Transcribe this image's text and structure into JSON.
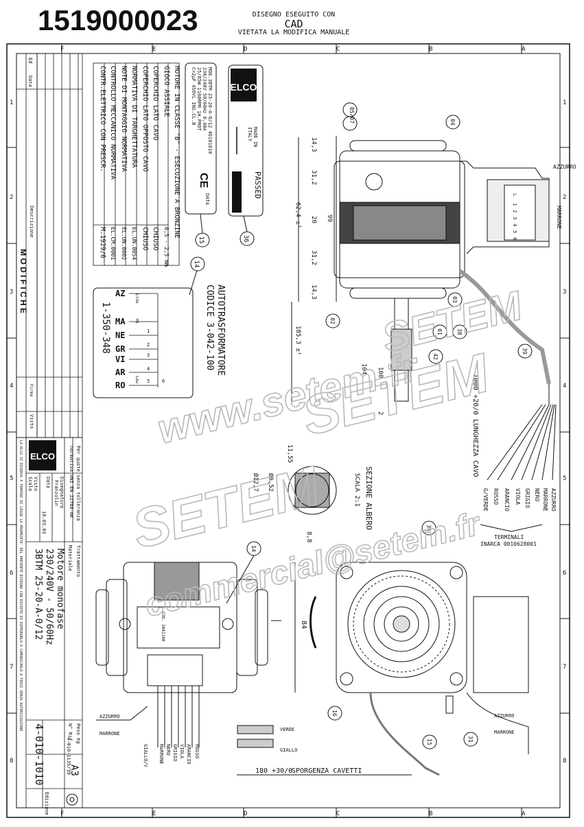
{
  "header": {
    "drawing_number": "1519000023",
    "cad_line1": "DISEGNO ESEGUITO CON",
    "cad_line2": "CAD",
    "cad_line3": "VIETATA LA MODIFICA MANUALE"
  },
  "frame": {
    "col_letters": [
      "F",
      "E",
      "D",
      "C",
      "B",
      "A"
    ],
    "row_numbers": [
      "1",
      "2",
      "3",
      "4",
      "5",
      "6",
      "7",
      "8"
    ]
  },
  "modifiche": {
    "title": "M O D I F I C H E",
    "ed": "Ed",
    "data": "Data",
    "descrizione": "Descrizione",
    "firma": "Firma",
    "visto": "Visto"
  },
  "specs": [
    "MOTORE IN CLASSE \"B\" - ESECUZIONE A BRONZINE",
    "GIOCO ASSIALE",
    "COPERCHIO LATO CAVO",
    "COPERCHIO LATO OPPOSTO CAVO",
    "NORMATIVA DI TARGHETTATURA",
    "NOTE DI MONTAGGIO NORMATIVA",
    "CONTROLLO MECCANICO NORMATIVA",
    "CONTR.ELETTRICO CON PRESCR."
  ],
  "spec_values": [
    "0,5 - 2,5 mm",
    "CHIUSO",
    "CHIUSO",
    "EL.UN.0054",
    "EL.UN.0002",
    "EL.CM.0001",
    "M.1929/6"
  ],
  "nameplate": {
    "lines": [
      "MOD.3BTM 25-20-A-0/12  40101810",
      "230/240V  50/60Hz  0,40A",
      "25/85W  1100RPM  1H.PROT",
      "C=2µF  450VL  INS.CL.B"
    ],
    "data": "DATA",
    "ce": "CE",
    "label": "15"
  },
  "passed_label": {
    "made_in": "MADE IN",
    "italy": "ITALY",
    "passed": "PASSED",
    "label": "36"
  },
  "autotrasformatore": {
    "title": "AUTOTRASFORMATORE",
    "code": "CODICE 3-042-100",
    "label": "14",
    "number": "1-350-348",
    "wires": [
      "AZ",
      "MA",
      "NE",
      "GR",
      "VI",
      "AR",
      "RO"
    ],
    "line": "Line",
    "hi": "Hi",
    "low": "Low",
    "taps": [
      "1",
      "2",
      "3",
      "4",
      "5",
      "6"
    ]
  },
  "side_view": {
    "labels": [
      "05/07",
      "04",
      "02",
      "03",
      "38",
      "01",
      "42",
      "39"
    ],
    "dims": [
      "14,3",
      "31,2",
      "20",
      "31,2",
      "14,3",
      "62,4 ±¹",
      "99",
      "185,3 ±¹",
      "104",
      "100",
      "2"
    ],
    "azzurro": "AZZURRO",
    "marrone": "MARRONE",
    "cable_length": "1000 +20/0 LUNGHEZZA CAVO",
    "term_numbers": [
      "L",
      "1",
      "2",
      "3",
      "4",
      "5",
      "6"
    ]
  },
  "section": {
    "title": "SEZIONE ALBERO",
    "scale": "SCALA 2:1",
    "dims": [
      "11,55",
      "Ø12,7",
      "Ø9,52",
      "8,8"
    ]
  },
  "terminals": {
    "wires": [
      "AZZURRO",
      "MARRONE",
      "NERO",
      "GRIGIO",
      "VIOLA",
      "ARANCIO",
      "ROSSO",
      "G/VERDE"
    ],
    "title": "TERMINALI",
    "code": "INARCA 0010628001"
  },
  "front_view": {
    "labels": [
      "36",
      "16",
      "15",
      "31"
    ],
    "dim": "84",
    "azzurro": "AZZURRO",
    "marrone": "MARRONE",
    "verde": "VERDE",
    "giallo": "GIALLO",
    "sporgenza": "SPORGENZA CAVETTI",
    "sporgenza_val": "180 +30/0"
  },
  "bottom_view": {
    "label": "14",
    "azzurro": "AZZURRO",
    "marrone": "MARRONE",
    "wires": [
      "GIALLO/V",
      "MARRONE",
      "NERO",
      "GRIGIO",
      "VIOLA",
      "ARANCIO",
      "ROSSO"
    ],
    "cod": "COD. 3042100"
  },
  "title_block": {
    "tolerance1": "Per quote senza tolleranza",
    "tolerance2": "normativa UNI EN 22768-mK",
    "trattamento": "Trattamento",
    "materiale": "Materiale",
    "disegnatore": "Disegnatore",
    "dis_name": "Franzolin",
    "data_label": "Data",
    "data_val": "10.03.03",
    "visto": "Visto",
    "scala": "Scala",
    "title1": "Motore monofase",
    "title2": "230/240V - 50/60Hz",
    "title3": "3BTM 25-20-A-0/12",
    "peso": "Peso Kg",
    "n_rif": "N° Rif.",
    "rif_val": "4-010-1135/39",
    "drawing_no": "4-010-1010",
    "format": "A3",
    "edizione": "Edizione",
    "copyright": "LA ELCO SI RISERVA A TERMINI DI LEGGE LA PROPRIETA' DEL PRESENTE DISEGNO CON DIVIETO DI RIPRODURLO O COMUNICARLO A TERZI SENZA AUTORIZZAZIONE"
  },
  "watermarks": [
    "www.setem.fr",
    "SETEM",
    "SETEM",
    "commercial@setem.fr",
    "SETEM"
  ]
}
